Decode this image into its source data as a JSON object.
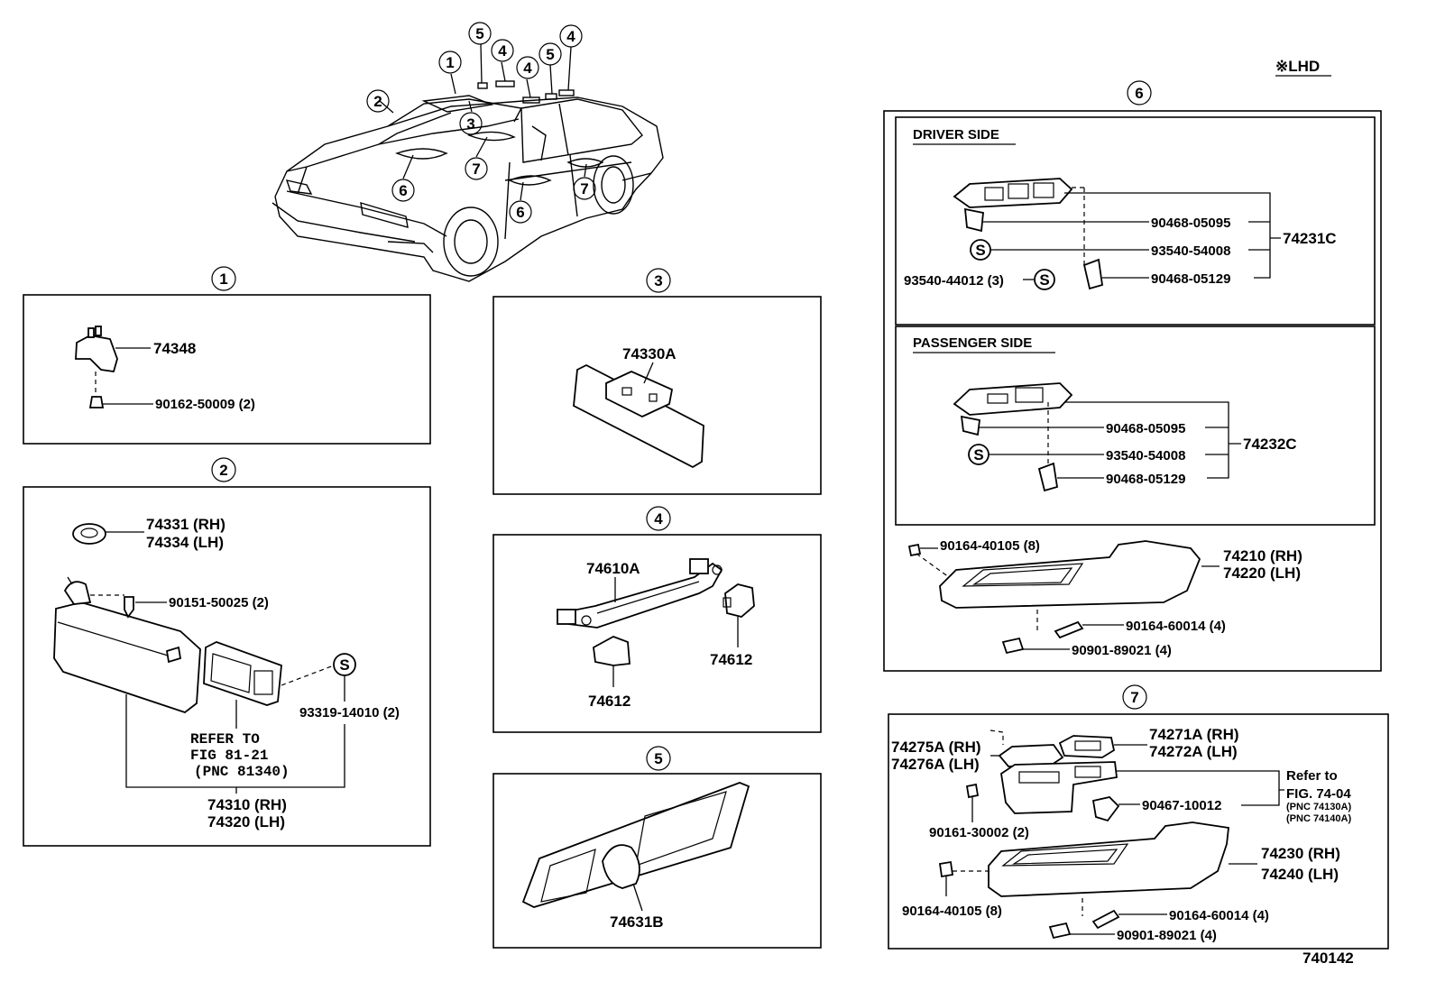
{
  "lhd_note": "※LHD",
  "figure_number": "740142",
  "overview": {
    "callouts": [
      "1",
      "2",
      "3",
      "4",
      "5",
      "6",
      "7"
    ]
  },
  "sections": {
    "s1": {
      "index": "1",
      "parts": {
        "hook": "74348",
        "screw": "90162-50009 (2)"
      }
    },
    "s2": {
      "index": "2",
      "parts": {
        "holder_rh": "74331 (RH)",
        "holder_lh": "74334 (LH)",
        "screw": "90151-50025 (2)",
        "s_screw": "93319-14010 (2)",
        "refer_line1": "REFER TO",
        "refer_line2": "FIG 81-21",
        "refer_line3": "(PNC 81340)",
        "visor_rh": "74310 (RH)",
        "visor_lh": "74320 (LH)"
      }
    },
    "s3": {
      "index": "3",
      "parts": {
        "mirror": "74330A"
      }
    },
    "s4": {
      "index": "4",
      "parts": {
        "grip": "74610A",
        "cover_a": "74612",
        "cover_b": "74612"
      }
    },
    "s5": {
      "index": "5",
      "parts": {
        "holder": "74631B"
      }
    },
    "s6": {
      "index": "6",
      "driver_title": "DRIVER SIDE",
      "passenger_title": "PASSENGER SIDE",
      "driver_parts": {
        "clip": "90468-05095",
        "s_screw": "93540-54008",
        "clip2": "90468-05129",
        "side_screw": "93540-44012 (3)",
        "assy": "74231C"
      },
      "passenger_parts": {
        "clip": "90468-05095",
        "s_screw": "93540-54008",
        "clip2": "90468-05129",
        "assy": "74232C"
      },
      "armrest": {
        "screw": "90164-40105 (8)",
        "rh": "74210 (RH)",
        "lh": "74220 (LH)",
        "screw2": "90164-60014 (4)",
        "clip": "90901-89021 (4)"
      }
    },
    "s7": {
      "index": "7",
      "parts": {
        "pocket_rh": "74271A (RH)",
        "pocket_lh": "74272A (LH)",
        "bezel_rh": "74275A (RH)",
        "bezel_lh": "74276A (LH)",
        "refer_line1": "Refer to",
        "refer_line2": "FIG. 74-04",
        "refer_pnc1": "(PNC 74130A)",
        "refer_pnc2": "(PNC 74140A)",
        "clip": "90467-10012",
        "screw_a": "90161-30002 (2)",
        "rh": "74230 (RH)",
        "lh": "74240 (LH)",
        "screw_b": "90164-40105 (8)",
        "screw_c": "90164-60014 (4)",
        "clip_b": "90901-89021 (4)"
      }
    }
  }
}
